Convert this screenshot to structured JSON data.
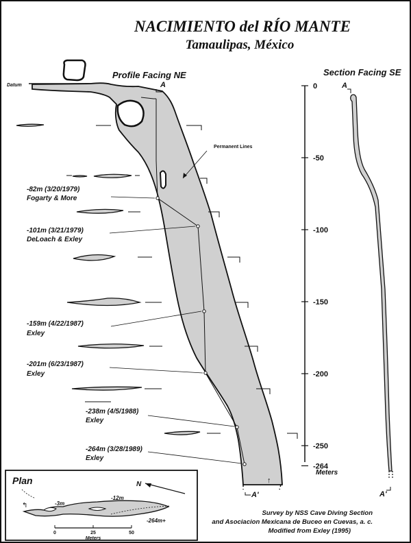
{
  "title": "NACIMIENTO del RÍO MANTE",
  "subtitle": "Tamaulipas, México",
  "profile_label": "Profile Facing NE",
  "section_label": "Section Facing SE",
  "datum_label": "Datum",
  "permanent_lines_label": "Permanent Lines",
  "marker_a": "A",
  "marker_a_prime": "A'",
  "depth_ticks": [
    "0",
    "-50",
    "-100",
    "-150",
    "-200",
    "-250",
    "-264"
  ],
  "depth_unit": "Meters",
  "dives": [
    {
      "depth": "-82m (3/20/1979)",
      "divers": "Fogarty & More"
    },
    {
      "depth": "-101m (3/21/1979)",
      "divers": "DeLoach & Exley"
    },
    {
      "depth": "-159m (4/22/1987)",
      "divers": "Exley"
    },
    {
      "depth": "-201m (6/23/1987)",
      "divers": "Exley"
    },
    {
      "depth": "-238m (4/5/1988)",
      "divers": "Exley"
    },
    {
      "depth": "-264m (3/28/1989)",
      "divers": "Exley"
    }
  ],
  "plan": {
    "title": "Plan",
    "north": "N",
    "depths": [
      "-3m",
      "-12m",
      "-264m+"
    ],
    "scale_ticks": [
      "0",
      "25",
      "50"
    ],
    "scale_unit": "Meters"
  },
  "credits": [
    "Survey by NSS Cave Diving Section",
    "and Asociacion Mexicana de Buceo en Cuevas, a. c.",
    "Modified from Exley (1995)"
  ]
}
